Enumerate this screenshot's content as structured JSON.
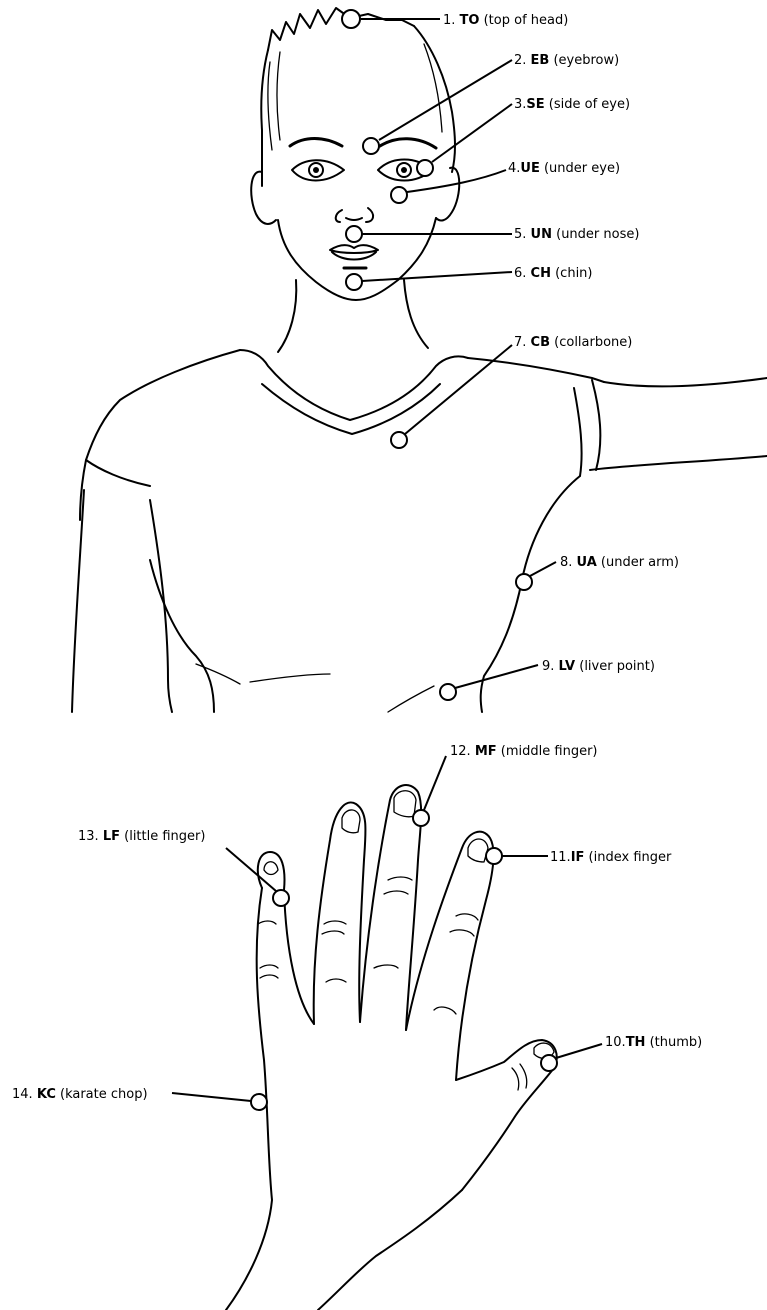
{
  "points": [
    {
      "id": "to",
      "number": "1.",
      "abbr": "TO",
      "desc": "(top of head)"
    },
    {
      "id": "eb",
      "number": "2.",
      "abbr": "EB",
      "desc": "(eyebrow)"
    },
    {
      "id": "se",
      "number": "3.",
      "abbr": "SE",
      "desc": "(side of eye)"
    },
    {
      "id": "ue",
      "number": "4.",
      "abbr": "UE",
      "desc": "(under eye)"
    },
    {
      "id": "un",
      "number": "5.",
      "abbr": "UN",
      "desc": "(under nose)"
    },
    {
      "id": "ch",
      "number": "6.",
      "abbr": "CH",
      "desc": "(chin)"
    },
    {
      "id": "cb",
      "number": "7.",
      "abbr": "CB",
      "desc": "(collarbone)"
    },
    {
      "id": "ua",
      "number": "8.",
      "abbr": "UA",
      "desc": "(under arm)"
    },
    {
      "id": "lv",
      "number": "9.",
      "abbr": "LV",
      "desc": "(liver point)"
    },
    {
      "id": "th",
      "number": "10.",
      "abbr": "TH",
      "desc": "(thumb)"
    },
    {
      "id": "if",
      "number": "11.",
      "abbr": "IF",
      "desc": "(index finger"
    },
    {
      "id": "mf",
      "number": "12.",
      "abbr": "MF",
      "desc": "(middle finger)"
    },
    {
      "id": "lf",
      "number": "13.",
      "abbr": "LF",
      "desc": "(little finger)"
    },
    {
      "id": "kc",
      "number": "14.",
      "abbr": "KC",
      "desc": "(karate chop)"
    }
  ]
}
